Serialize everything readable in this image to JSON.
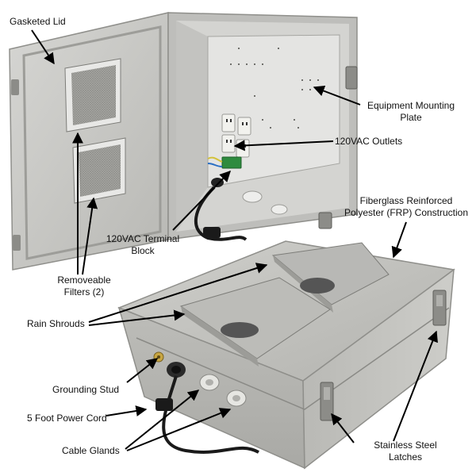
{
  "labels": {
    "gasketed_lid": "Gasketed Lid",
    "mounting_plate_1": "Equipment Mounting",
    "mounting_plate_2": "Plate",
    "outlets": "120VAC Outlets",
    "frp_1": "Fiberglass Reinforced",
    "frp_2": "Polyester (FRP) Construction",
    "terminal_1": "120VAC Terminal",
    "terminal_2": "Block",
    "filters_1": "Removeable",
    "filters_2": "Filters (2)",
    "rain_shrouds": "Rain Shrouds",
    "grounding_stud": "Grounding Stud",
    "power_cord": "5 Foot Power Cord",
    "cable_glands": "Cable Glands",
    "latches_1": "Stainless Steel",
    "latches_2": "Latches"
  },
  "colors": {
    "enclosure": "#c9c9c6",
    "enclosure_dark": "#9e9e9a",
    "interior": "#d8d8d5",
    "plate": "#e2e2e0",
    "latch_metal": "#8c8c88",
    "outlet": "#f2f2ee",
    "cord": "#1a1a1a",
    "terminal_green": "#2e8b3e",
    "arrow": "#000000"
  }
}
